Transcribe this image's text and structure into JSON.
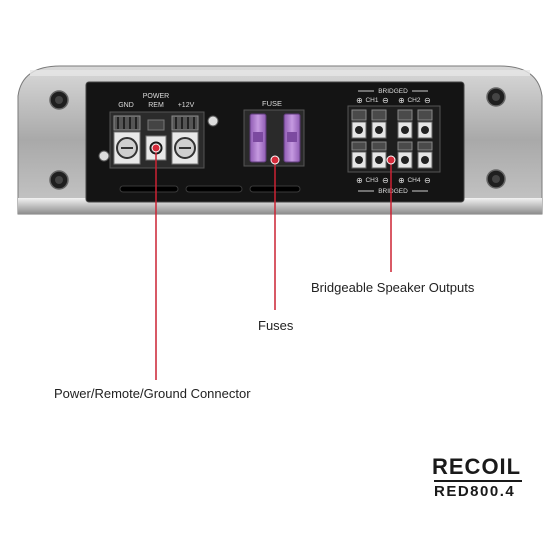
{
  "panel": {
    "power_label": "POWER",
    "gnd_label": "GND",
    "rem_label": "REM",
    "plus12v_label": "+12V",
    "fuse_label": "FUSE",
    "bridged_top": "BRIDGED",
    "bridged_bottom": "BRIDGED",
    "ch1": "CH1",
    "ch2": "CH2",
    "ch3": "CH3",
    "ch4": "CH4"
  },
  "callouts": {
    "outputs": "Bridgeable Speaker Outputs",
    "fuses": "Fuses",
    "power": "Power/Remote/Ground Connector"
  },
  "brand": {
    "logo": "RECOIL",
    "model": "RED800.4"
  },
  "colors": {
    "callout_line": "#cc2233",
    "fuse": "#a974c9",
    "panel": "#141414",
    "chassis": "#b9b9b9"
  }
}
